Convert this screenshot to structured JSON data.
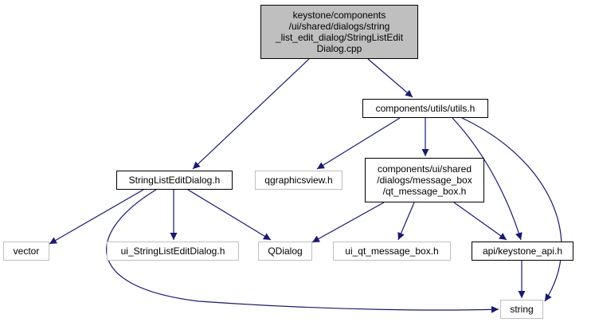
{
  "colors": {
    "edge": "#191970",
    "main_fill": "#bfbfbf",
    "border": "#000000",
    "external_border": "#bfbfbf"
  },
  "nodes": {
    "main": "keystone/components\n/ui/shared/dialogs/string\n_list_edit_dialog/StringListEdit\nDialog.cpp",
    "utils_h": "components/utils/utils.h",
    "stringlisteditdialog_h": "StringListEditDialog.h",
    "qgraphicsview_h": "qgraphicsview.h",
    "qt_message_box_h": "components/ui/shared\n/dialogs/message_box\n/qt_message_box.h",
    "vector": "vector",
    "ui_stringlisteditdialog_h": "ui_StringListEditDialog.h",
    "qdialog": "QDialog",
    "ui_qt_message_box_h": "ui_qt_message_box.h",
    "keystone_api_h": "api/keystone_api.h",
    "string": "string"
  },
  "edges": [
    [
      "main",
      "stringlisteditdialog_h"
    ],
    [
      "main",
      "utils_h"
    ],
    [
      "utils_h",
      "qgraphicsview_h"
    ],
    [
      "utils_h",
      "qt_message_box_h"
    ],
    [
      "utils_h",
      "keystone_api_h"
    ],
    [
      "utils_h",
      "string"
    ],
    [
      "stringlisteditdialog_h",
      "vector"
    ],
    [
      "stringlisteditdialog_h",
      "ui_stringlisteditdialog_h"
    ],
    [
      "stringlisteditdialog_h",
      "qdialog"
    ],
    [
      "stringlisteditdialog_h",
      "string"
    ],
    [
      "qt_message_box_h",
      "qdialog"
    ],
    [
      "qt_message_box_h",
      "ui_qt_message_box_h"
    ],
    [
      "qt_message_box_h",
      "keystone_api_h"
    ],
    [
      "keystone_api_h",
      "string"
    ]
  ]
}
